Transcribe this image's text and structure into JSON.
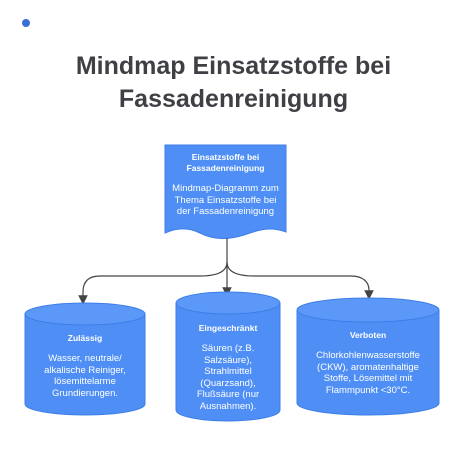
{
  "title_lines": [
    "Mindmap Einsatzstoffe bei",
    "Fassadenreinigung"
  ],
  "colors": {
    "node_fill": "#4f8ff5",
    "node_stroke": "#3d7de8",
    "connector": "#444444",
    "title": "#3f4045"
  },
  "root": {
    "heading": "Einsatzstoffe bei Fassadenreinigung",
    "body": "Mindmap-Diagramm zum Thema Einsatzstoffe bei der Fassadenreinigung"
  },
  "children": [
    {
      "heading": "Zulässig",
      "body": "Wasser, neutrale/ alkalische Reiniger, lösemittelarme Grundierungen."
    },
    {
      "heading": "Eingeschränkt",
      "body": "Säuren (z.B. Salzsäure), Strahlmittel (Quarzsand), Flußsäure (nur Ausnahmen)."
    },
    {
      "heading": "Verboten",
      "body": "Chlorkohlenwasserstoffe (CKW), aromatenhaltige Stoffe, Lösemittel mit Flammpunkt <30°C."
    }
  ]
}
